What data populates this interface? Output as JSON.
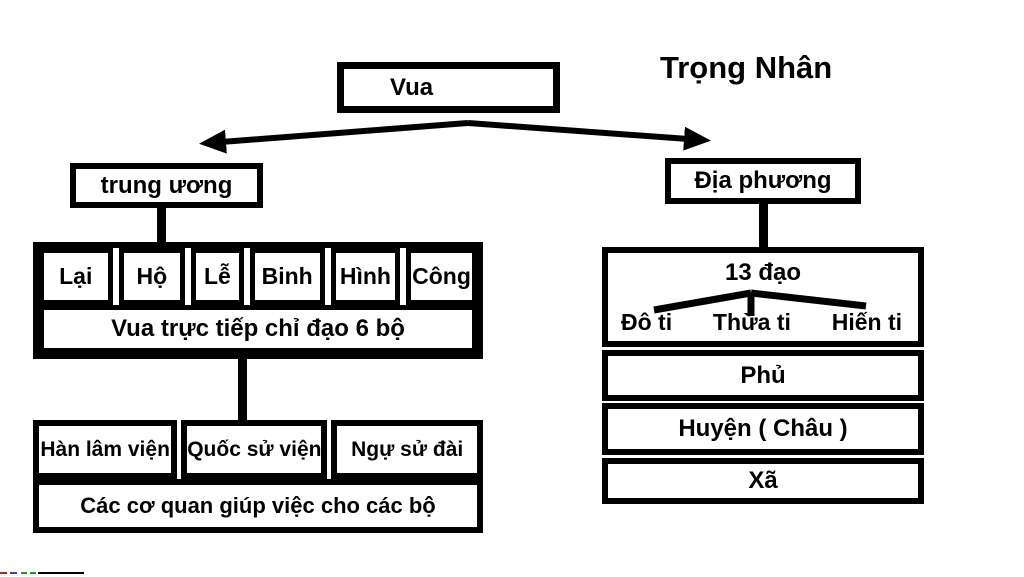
{
  "title": "Trọng Nhân",
  "root": {
    "label": "Vua"
  },
  "left": {
    "header": "trung ương",
    "ministries": [
      "Lại",
      "Hộ",
      "Lễ",
      "Binh",
      "Hình",
      "Công"
    ],
    "ministries_caption": "Vua trực tiếp chỉ đạo 6 bộ",
    "agencies": [
      "Hàn lâm viện",
      "Quốc sử viện",
      "Ngự sử đài"
    ],
    "agencies_caption": "Các cơ quan giúp việc cho các bộ"
  },
  "right": {
    "header": "Địa phương",
    "dao": {
      "label": "13 đạo",
      "branches": [
        "Đô ti",
        "Thừa ti",
        "Hiến ti"
      ]
    },
    "levels": [
      "Phủ",
      "Huyện ( Châu )",
      "Xã"
    ]
  },
  "colors": {
    "line": "#000000",
    "background": "#ffffff",
    "artifact_dashes": [
      "#b22222",
      "#3344bb",
      "#229922",
      "#229922",
      "#000000"
    ]
  }
}
